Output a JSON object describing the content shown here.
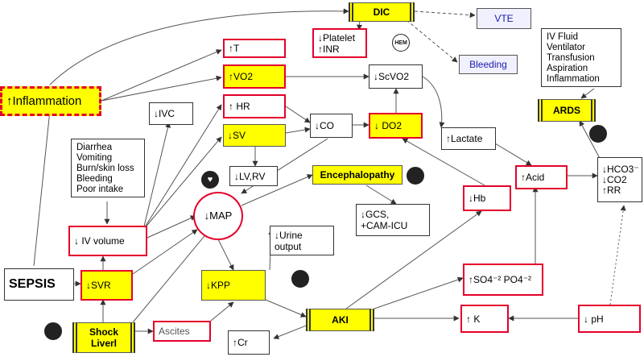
{
  "colors": {
    "red_border": "#e4002b",
    "highlight": "#ffff00",
    "link_text": "#1a1aaa"
  },
  "nodes": {
    "dic": "DIC",
    "vte": "VTE",
    "bleeding": "Bleeding",
    "platelet": "↓Platelet\n↑INR",
    "temp": "↑T",
    "inflammation": "↑Inflammation",
    "vo2": "↑VO2",
    "scvo2": "↓ScVO2",
    "ivc": "↓IVC",
    "hr": "↑ HR",
    "sv": "↓SV",
    "co": "↓CO",
    "do2": "↓ DO2",
    "lactate": "↑Lactate",
    "ards_causes": "IV Fluid\nVentilator\nTransfusion\nAspiration\nInflammation",
    "ards": "ARDS",
    "losses": "Diarrhea\nVomiting\nBurn/skin loss\nBleeding\nPoor intake",
    "lvrv": "↓LV,RV",
    "encephalopathy": "Encephalopathy",
    "acid": "↑Acid",
    "resp": "↓HCO3⁻\n↓CO2\n↑RR",
    "iv_volume": "↓ IV volume",
    "map": "↓MAP",
    "hb": "↓Hb",
    "gcs": "↓GCS,\n+CAM-ICU",
    "urine": "↓Urine\noutput",
    "sepsis": "SEPSIS",
    "svr": "↓SVR",
    "kpp": "↓KPP",
    "so4": "↑SO4⁻²   PO4⁻²",
    "aki": "AKI",
    "k": "↑ K",
    "ph": "↓ pH",
    "shock_liver": "Shock\nLiverl",
    "ascites": "Ascites",
    "cr": "↑Cr"
  },
  "icons": {
    "hem": {
      "name": "hem-icon",
      "label": "HEM"
    },
    "heart": {
      "name": "heart-icon",
      "label": "♥"
    },
    "brain": {
      "name": "brain-icon",
      "label": ""
    },
    "lungs": {
      "name": "lungs-icon",
      "label": ""
    },
    "kidney": {
      "name": "kidney-icon",
      "label": ""
    },
    "liver": {
      "name": "liver-icon",
      "label": ""
    }
  }
}
